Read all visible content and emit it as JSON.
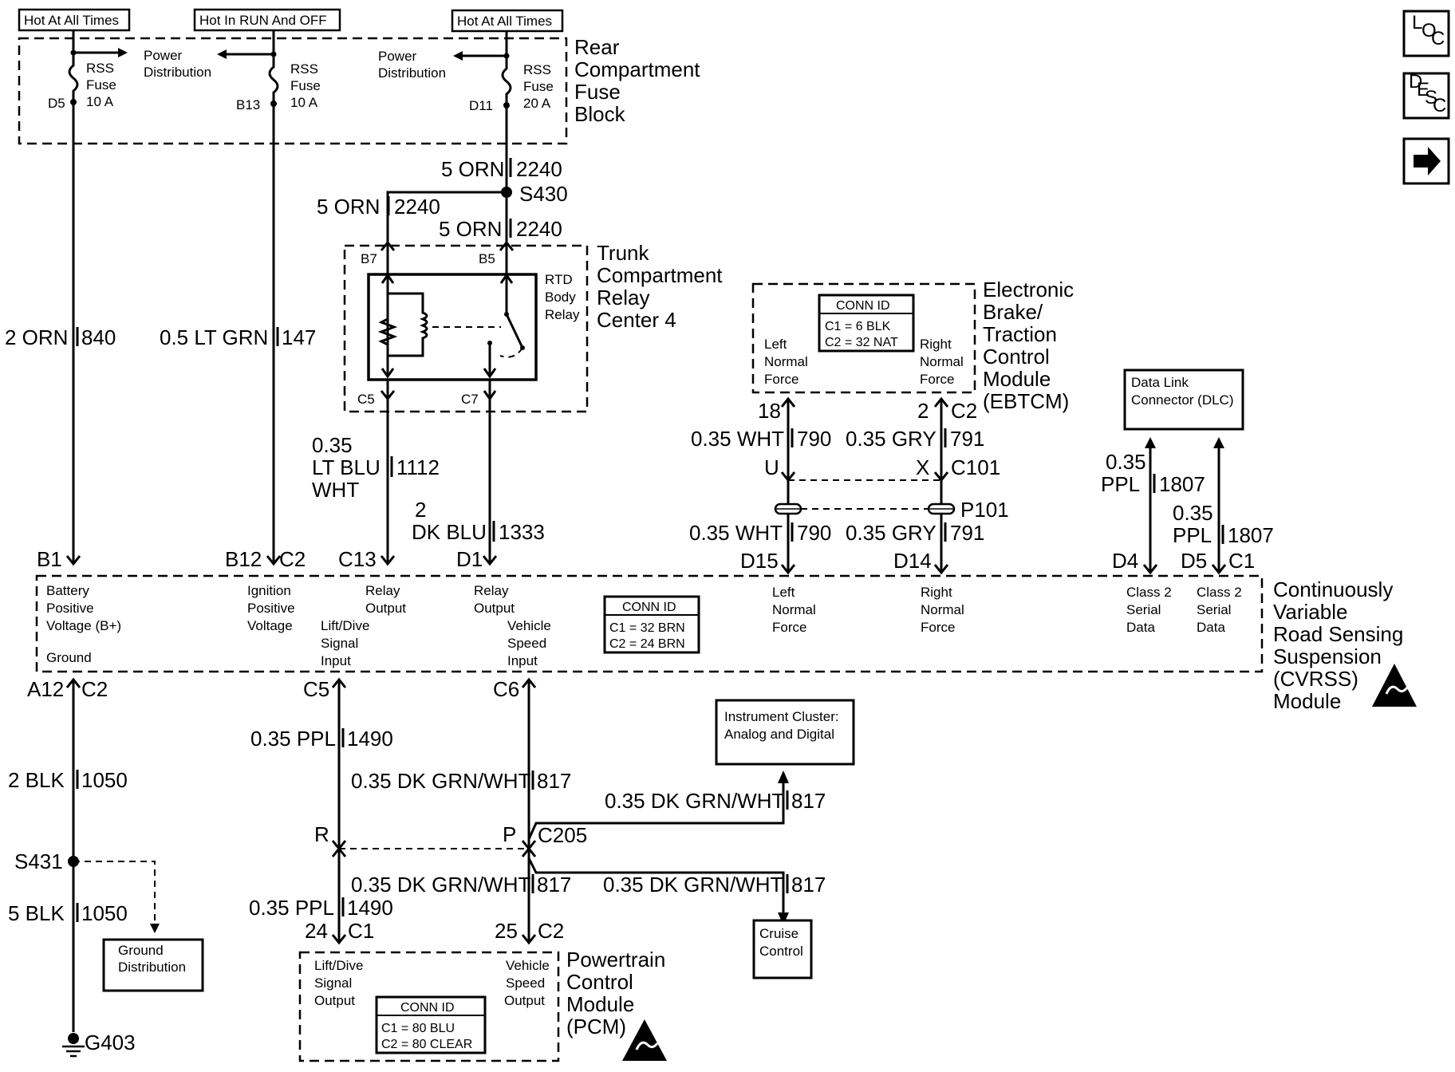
{
  "hot_labels": {
    "hot_all_1": "Hot At All Times",
    "hot_run_off": "Hot In RUN And OFF",
    "hot_all_2": "Hot At All Times"
  },
  "fuse_block": {
    "title": [
      "Rear",
      "Compartment",
      "Fuse",
      "Block"
    ],
    "power_dist_1": [
      "Power",
      "Distribution"
    ],
    "power_dist_2": [
      "Power",
      "Distribution"
    ],
    "fuse1": {
      "name": [
        "RSS",
        "Fuse",
        "10 A"
      ],
      "pin": "D5"
    },
    "fuse2": {
      "name": [
        "RSS",
        "Fuse",
        "10 A"
      ],
      "pin": "B13"
    },
    "fuse3": {
      "name": [
        "RSS",
        "Fuse",
        "20 A"
      ],
      "pin": "D11"
    }
  },
  "wires": {
    "orn_5a": {
      "color": "5 ORN",
      "circuit": "2240"
    },
    "splice_s430": "S430",
    "orn_5b": {
      "color": "5 ORN",
      "circuit": "2240"
    },
    "orn_5c": {
      "color": "5 ORN",
      "circuit": "2240"
    },
    "orn_2": {
      "color": "2 ORN",
      "circuit": "840"
    },
    "ltgrn": {
      "color": "0.5 LT GRN",
      "circuit": "147"
    },
    "ltblu": {
      "color": [
        "0.35",
        "LT BLU",
        "WHT"
      ],
      "circuit": "1112"
    },
    "dkblu": {
      "color": [
        "2",
        "DK BLU"
      ],
      "circuit": "1333"
    },
    "wht_a": {
      "color": "0.35 WHT",
      "circuit": "790"
    },
    "gry_a": {
      "color": "0.35 GRY",
      "circuit": "791"
    },
    "wht_b": {
      "color": "0.35 WHT",
      "circuit": "790"
    },
    "gry_b": {
      "color": "0.35 GRY",
      "circuit": "791"
    },
    "ppl_1807a": {
      "color": [
        "0.35",
        "PPL"
      ],
      "circuit": "1807"
    },
    "ppl_1807b": {
      "color": [
        "0.35",
        "PPL"
      ],
      "circuit": "1807"
    },
    "blk_2": {
      "color": "2 BLK",
      "circuit": "1050"
    },
    "blk_5": {
      "color": "5 BLK",
      "circuit": "1050"
    },
    "splice_s431": "S431",
    "ppl_1490a": {
      "color": "0.35 PPL",
      "circuit": "1490"
    },
    "ppl_1490b": {
      "color": "0.35 PPL",
      "circuit": "1490"
    },
    "dkgrn_a": {
      "color": "0.35 DK GRN/WHT",
      "circuit": "817"
    },
    "dkgrn_b": {
      "color": "0.35 DK GRN/WHT",
      "circuit": "817"
    },
    "dkgrn_c": {
      "color": "0.35 DK GRN/WHT",
      "circuit": "817"
    },
    "dkgrn_d": {
      "color": "0.35 DK GRN/WHT",
      "circuit": "817"
    },
    "ground": "G403"
  },
  "relay_center": {
    "title": [
      "Trunk",
      "Compartment",
      "Relay",
      "Center 4"
    ],
    "relay_name": [
      "RTD",
      "Body",
      "Relay"
    ],
    "pins": {
      "b7": "B7",
      "b5": "B5",
      "c5": "C5",
      "c7": "C7"
    }
  },
  "ebtcm": {
    "title": [
      "Electronic",
      "Brake/",
      "Traction",
      "Control",
      "Module",
      "(EBTCM)"
    ],
    "conn_id": {
      "title": "CONN ID",
      "c1": "C1 = 6 BLK",
      "c2": "C2 = 32 NAT"
    },
    "left_force": [
      "Left",
      "Normal",
      "Force"
    ],
    "right_force": [
      "Right",
      "Normal",
      "Force"
    ],
    "pin18": "18",
    "pin2": "2",
    "c2": "C2",
    "u": "U",
    "x": "X",
    "c101": "C101",
    "p101": "P101"
  },
  "dlc": {
    "label": [
      "Data Link",
      "Connector (DLC)"
    ]
  },
  "cvrss": {
    "title": [
      "Continuously",
      "Variable",
      "Road Sensing",
      "Suspension",
      "(CVRSS)",
      "Module"
    ],
    "conn_id": {
      "title": "CONN ID",
      "c1": "C1 = 32 BRN",
      "c2": "C2 = 24 BRN"
    },
    "pins_top": {
      "b1": "B1",
      "b12": "B12",
      "c2": "C2",
      "c13": "C13",
      "d1": "D1",
      "d15": "D15",
      "d14": "D14",
      "d4": "D4",
      "d5": "D5",
      "c1": "C1"
    },
    "pins_bottom": {
      "a12": "A12",
      "c2": "C2",
      "c5": "C5",
      "c6": "C6"
    },
    "battery": [
      "Battery",
      "Positive",
      "Voltage (B+)"
    ],
    "ignition": [
      "Ignition",
      "Positive",
      "Voltage"
    ],
    "relay_out_1": [
      "Relay",
      "Output"
    ],
    "relay_out_2": [
      "Relay",
      "Output"
    ],
    "lift_dive": [
      "Lift/Dive",
      "Signal",
      "Input"
    ],
    "vss_in": [
      "Vehicle",
      "Speed",
      "Input"
    ],
    "left_force": [
      "Left",
      "Normal",
      "Force"
    ],
    "right_force": [
      "Right",
      "Normal",
      "Force"
    ],
    "class2_a": [
      "Class 2",
      "Serial",
      "Data"
    ],
    "class2_b": [
      "Class 2",
      "Serial",
      "Data"
    ],
    "ground": "Ground"
  },
  "connectors": {
    "r": "R",
    "p": "P",
    "c205": "C205",
    "pin24": "24",
    "c1": "C1",
    "pin25": "25",
    "c2": "C2"
  },
  "instrument_cluster": [
    "Instrument Cluster:",
    "Analog and Digital"
  ],
  "cruise": [
    "Cruise",
    "Control"
  ],
  "ground_dist": [
    "Ground",
    "Distribution"
  ],
  "pcm": {
    "title": [
      "Powertrain",
      "Control",
      "Module",
      "(PCM)"
    ],
    "lift_dive": [
      "Lift/Dive",
      "Signal",
      "Output"
    ],
    "vss": [
      "Vehicle",
      "Speed",
      "Output"
    ],
    "conn_id": {
      "title": "CONN ID",
      "c1": "C1 = 80 BLU",
      "c2": "C2 = 80 CLEAR"
    }
  },
  "nav": {
    "loc_icon": "loc-icon",
    "desc_icon": "desc-icon",
    "next_icon": "arrow-right-icon",
    "loc": {
      "a": "L",
      "b": "O",
      "c": "C"
    },
    "desc": {
      "a": "D",
      "b": "E",
      "c": "S",
      "d": "C"
    }
  }
}
